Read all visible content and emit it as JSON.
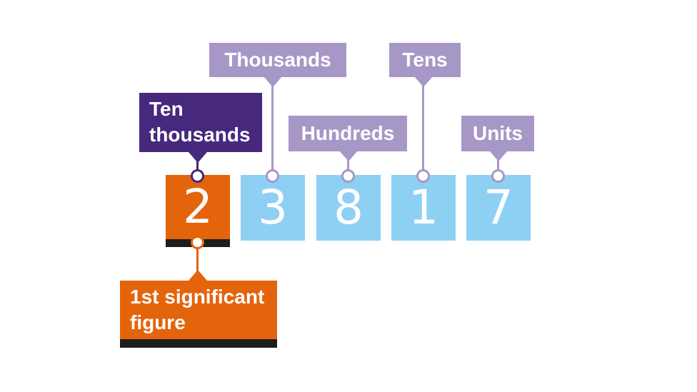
{
  "palette": {
    "purple": "#46287d",
    "lavender": "#a797c7",
    "orange": "#e4640c",
    "blue": "#8ed0f4",
    "ink": "#1d1d1b",
    "text": "#ffffff"
  },
  "callouts": {
    "ten_thousands": {
      "line1": "Ten",
      "line2": "thousands"
    },
    "thousands": {
      "label": "Thousands"
    },
    "hundreds": {
      "label": "Hundreds"
    },
    "tens": {
      "label": "Tens"
    },
    "units": {
      "label": "Units"
    },
    "significant": {
      "line1": "1st significant",
      "line2": "figure"
    }
  },
  "digits": [
    "2",
    "3",
    "8",
    "1",
    "7"
  ]
}
